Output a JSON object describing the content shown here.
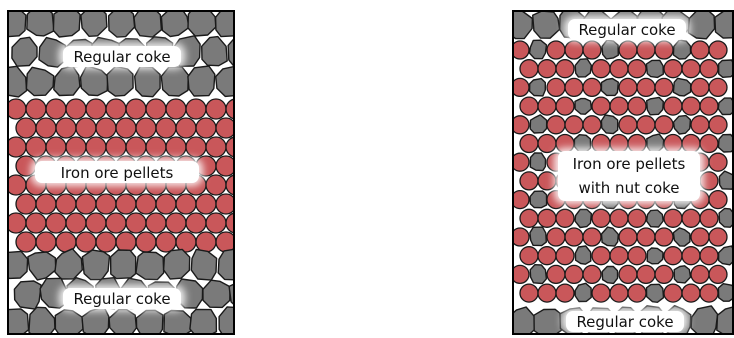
{
  "left_panel": {
    "top_layer": {
      "label": "Regular coke",
      "material": "regular-coke"
    },
    "middle_layer": {
      "label": "Iron ore pellets",
      "material": "iron-ore-pellets"
    },
    "bottom_layer": {
      "label": "Regular coke",
      "material": "regular-coke"
    }
  },
  "right_panel": {
    "top_layer": {
      "label": "Regular coke",
      "material": "regular-coke"
    },
    "middle_layer": {
      "label_line1": "Iron ore pellets",
      "label_line2": "with nut coke",
      "material": "iron-ore-pellets-with-nut-coke"
    },
    "bottom_layer": {
      "label": "Regular coke",
      "material": "regular-coke"
    }
  },
  "colors": {
    "pellet_fill": "#c9575a",
    "pellet_stroke": "#1a1a1a",
    "coke_fill": "#7a7a7a",
    "coke_stroke": "#1a1a1a",
    "label_background": "#ffffff",
    "border": "#000000"
  }
}
